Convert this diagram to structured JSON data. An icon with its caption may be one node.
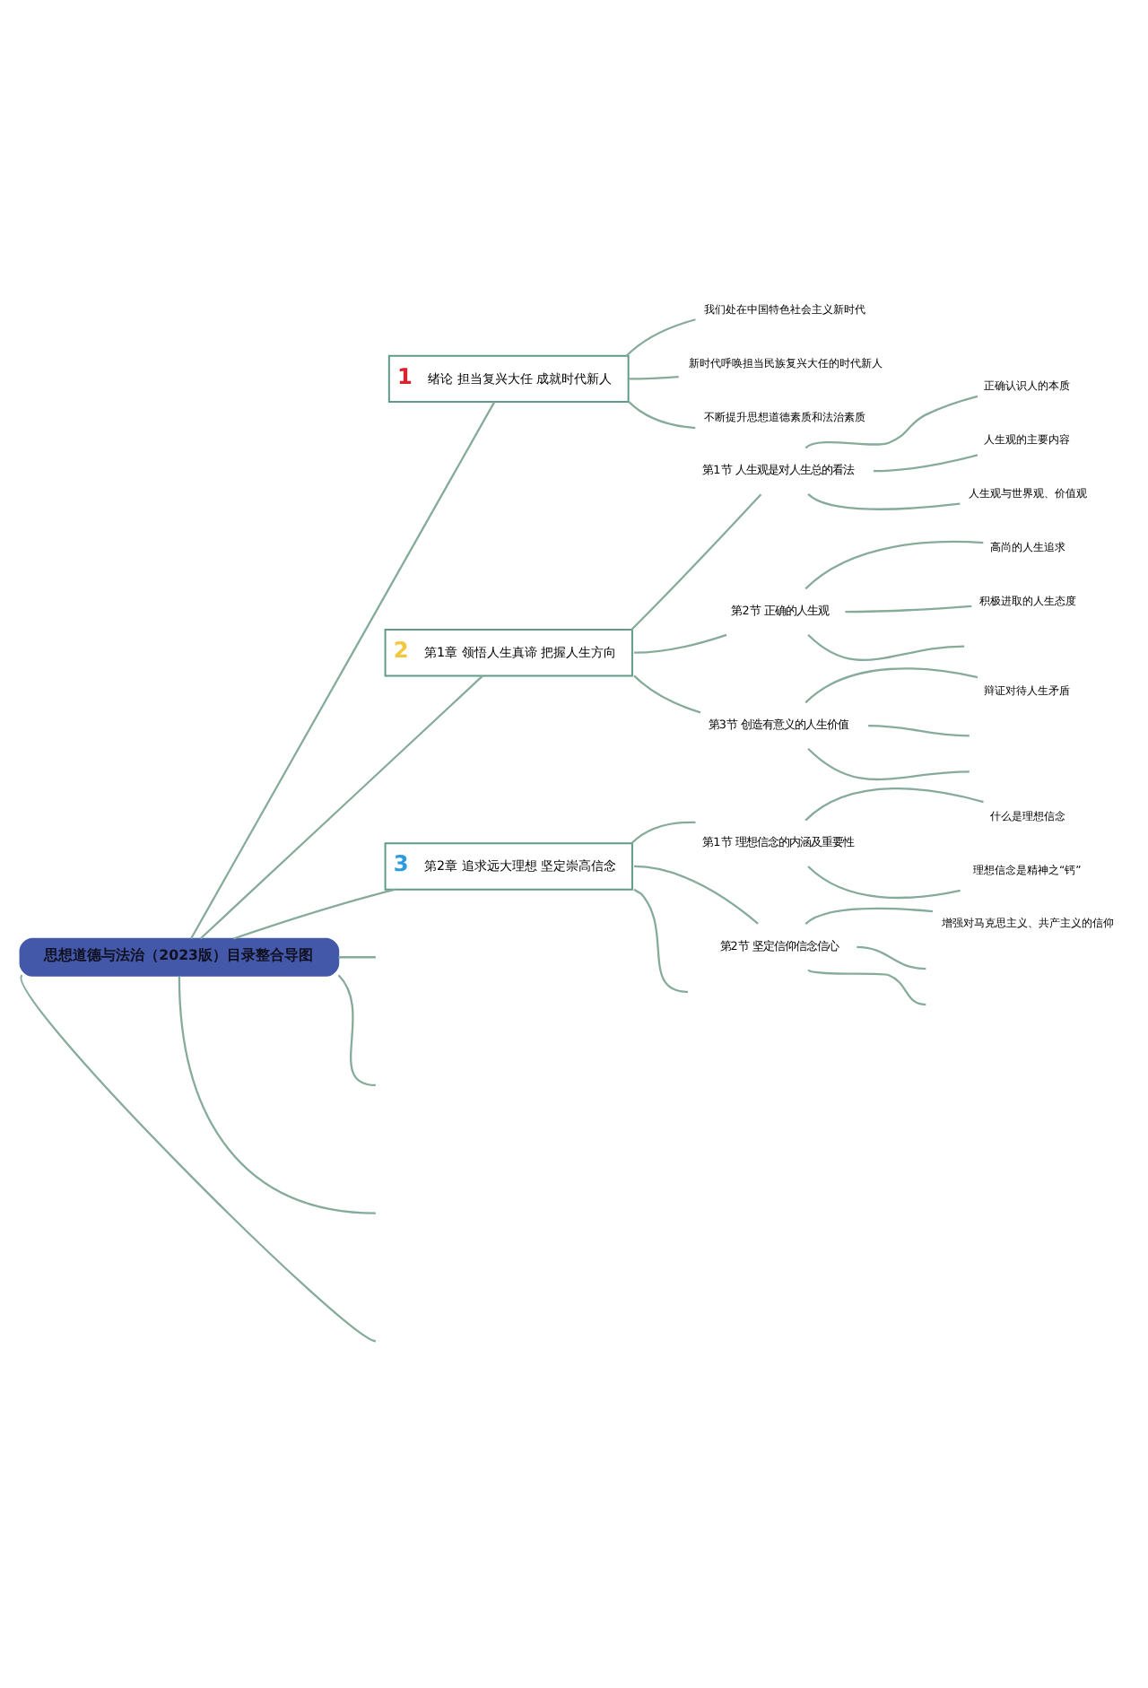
{
  "diagram": {
    "nodes": [
      {
        "text": [
          "思想道德与法治（2023版）目录整合导图"
        ]
      },
      {
        "text": [
          "1",
          "绪论 担当复兴大任 成就时代新人"
        ]
      },
      {
        "text": [
          "我们处在中国特色社会主义新时代"
        ]
      },
      {
        "text": [
          "新时代呼唤担当民族复兴大任的时代新人"
        ]
      },
      {
        "text": [
          "不断提升思想道德素质和法治素质"
        ]
      },
      {
        "text": [
          "2",
          "第1章 领悟人生真谛 把握人生方向"
        ]
      },
      {
        "text": [
          "第1节 人生观是对人生总的看法"
        ]
      },
      {
        "text": [
          "正确认识人的本质"
        ]
      },
      {
        "text": [
          "人生观的主要内容"
        ]
      },
      {
        "text": [
          "人生观与世界观、价值观"
        ]
      },
      {
        "text": [
          "第2节 正确的人生观"
        ]
      },
      {
        "text": [
          "高尚的人生追求"
        ]
      },
      {
        "text": [
          "积极进取的人生态度"
        ]
      },
      {
        "text": [
          "第3节 创造有意义的人生价值"
        ]
      },
      {
        "text": [
          "辩证对待人生矛盾"
        ]
      },
      {
        "text": [
          "3",
          "第2章 追求远大理想 坚定崇高信念"
        ]
      },
      {
        "text": [
          "第1节 理想信念的内涵及重要性"
        ]
      },
      {
        "text": [
          "什么是理想信念"
        ]
      },
      {
        "text": [
          "理想信念是精神之“钙”"
        ]
      },
      {
        "text": [
          "第2节 坚定信仰信念信心"
        ]
      },
      {
        "text": [
          "增强对马克思主义、共产主义的信仰"
        ]
      }
    ],
    "edges": [
      {
        "from": 0,
        "to": 1,
        "arrow": "none"
      },
      {
        "from": 1,
        "to": 2,
        "arrow": "none"
      },
      {
        "from": 1,
        "to": 3,
        "arrow": "none"
      },
      {
        "from": 1,
        "to": 4,
        "arrow": "none"
      },
      {
        "from": 0,
        "to": 5,
        "arrow": "none"
      },
      {
        "from": 5,
        "to": 6,
        "arrow": "none"
      },
      {
        "from": 6,
        "to": 7,
        "arrow": "none"
      },
      {
        "from": 6,
        "to": 8,
        "arrow": "none"
      },
      {
        "from": 6,
        "to": 9,
        "arrow": "none"
      },
      {
        "from": 5,
        "to": 10,
        "arrow": "none"
      },
      {
        "from": 10,
        "to": 11,
        "arrow": "none"
      },
      {
        "from": 10,
        "to": 12,
        "arrow": "none"
      },
      {
        "from": 10,
        "to": null,
        "arrow": "none"
      },
      {
        "from": 5,
        "to": 13,
        "arrow": "none"
      },
      {
        "from": 13,
        "to": 14,
        "arrow": "none"
      },
      {
        "from": 13,
        "to": null,
        "arrow": "none"
      },
      {
        "from": 13,
        "to": null,
        "arrow": "none"
      },
      {
        "from": 0,
        "to": 15,
        "arrow": "none"
      },
      {
        "from": 15,
        "to": 16,
        "arrow": "none"
      },
      {
        "from": 16,
        "to": 17,
        "arrow": "none"
      },
      {
        "from": 16,
        "to": 18,
        "arrow": "none"
      },
      {
        "from": 15,
        "to": 19,
        "arrow": "none"
      },
      {
        "from": 19,
        "to": 20,
        "arrow": "none"
      },
      {
        "from": 19,
        "to": null,
        "arrow": "none"
      },
      {
        "from": 19,
        "to": null,
        "arrow": "none"
      },
      {
        "from": 15,
        "to": null,
        "arrow": "none"
      },
      {
        "from": 0,
        "to": null,
        "arrow": "none"
      },
      {
        "from": 0,
        "to": null,
        "arrow": "none"
      },
      {
        "from": 0,
        "to": null,
        "arrow": "none"
      },
      {
        "from": 0,
        "to": null,
        "arrow": "none"
      }
    ]
  }
}
